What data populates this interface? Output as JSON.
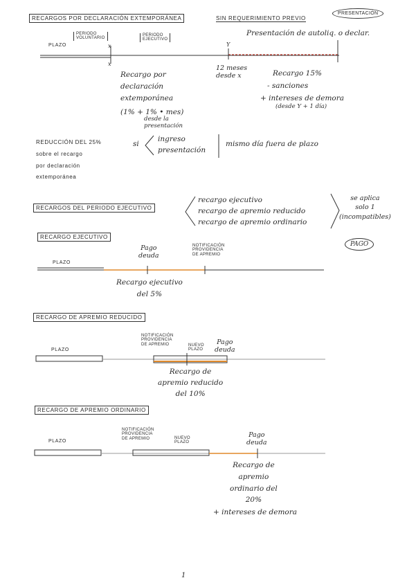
{
  "s1": {
    "title": "RECARGOS POR DECLARACIÓN EXTEMPORÁNEA",
    "subtitle": "SIN REQUERIMIENTO PREVIO",
    "badge": "PRESENTACIÓN",
    "plazo": "PLAZO",
    "periodo_voluntario": [
      "PERIODO",
      "VOLUNTARIO"
    ],
    "periodo_ejecutivo": [
      "PERIODO",
      "EJECUTIVO"
    ],
    "x_mark": "x",
    "y_mark": "Y",
    "presentacion_note": "Presentación de autoliq. o declar.",
    "doce_meses": [
      "12 meses",
      "desde x"
    ],
    "recargo_por": [
      "Recargo por",
      "declaración",
      "extemporánea"
    ],
    "formula": "(1% + 1% • mes)",
    "formula_sub": [
      "desde la",
      "presentación"
    ],
    "recargo_15": "Recargo 15%",
    "sanciones": "- sanciones",
    "intereses": "+ intereses de demora",
    "intereses_sub": "(desde Y + 1 día)"
  },
  "reduccion": {
    "text": [
      "REDUCCIÓN DEL 25%",
      "sobre el recargo",
      "por declaración",
      "extemporánea"
    ],
    "si": "si",
    "ingreso": [
      "ingreso",
      "presentación"
    ],
    "mismo_dia": "mismo día fuera de plazo"
  },
  "s2": {
    "title": "RECARGOS DEL PERIODO EJECUTIVO",
    "items": [
      "recargo ejecutivo",
      "recargo de apremio reducido",
      "recargo de apremio ordinario"
    ],
    "note": [
      "se aplica",
      "solo 1",
      "(incompatibles)"
    ],
    "pago_oval": "PAGO"
  },
  "ejecutivo": {
    "title": "RECARGO EJECUTIVO",
    "plazo": "PLAZO",
    "pago": [
      "Pago",
      "deuda"
    ],
    "notif": [
      "NOTIFICACIÓN",
      "PROVIDENCIA",
      "DE APREMIO"
    ],
    "recargo": [
      "Recargo ejecutivo",
      "del 5%"
    ]
  },
  "reducido": {
    "title": "RECARGO DE APREMIO REDUCIDO",
    "plazo": "PLAZO",
    "notif": [
      "NOTIFICACIÓN",
      "PROVIDENCIA",
      "DE APREMIO"
    ],
    "nuevo": [
      "NUEVO",
      "PLAZO"
    ],
    "pago": [
      "Pago",
      "deuda"
    ],
    "recargo": [
      "Recargo de",
      "apremio reducido",
      "del 10%"
    ]
  },
  "ordinario": {
    "title": "RECARGO DE APREMIO ORDINARIO",
    "plazo": "PLAZO",
    "notif": [
      "NOTIFICACIÓN",
      "PROVIDENCIA",
      "DE APREMIO"
    ],
    "nuevo": [
      "NUEVO",
      "PLAZO"
    ],
    "pago": [
      "Pago",
      "deuda"
    ],
    "recargo": [
      "Recargo de",
      "apremio",
      "ordinario del",
      "20%"
    ],
    "intereses": "+ intereses de demora"
  },
  "page_number": "1",
  "colors": {
    "ink": "#2a2a2a",
    "accent": "#e0892a",
    "red": "#c0392b"
  }
}
